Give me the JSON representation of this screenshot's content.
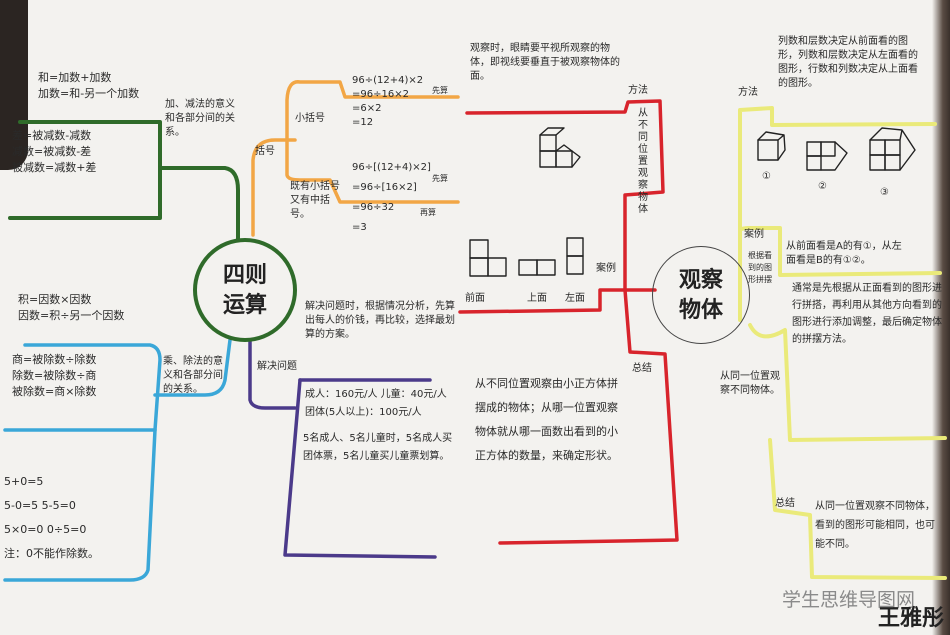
{
  "left_map": {
    "center": "四则\n运算",
    "add_sub": {
      "label": "加、减法的意义和各部分间的关系。",
      "formulas_top": "和=加数+加数\n加数=和-另一个加数",
      "formulas_box": "差=被减数-减数\n减数=被减数-差\n被减数=减数+差"
    },
    "mul_div": {
      "label": "乘、除法的意义和各部分间的关系。",
      "formulas_top": "积=因数×因数\n因数=积÷另一个因数",
      "formulas_box": "商=被除数÷除数\n除数=被除数÷商\n被除数=商×除数",
      "zero_rules": "5+0=5\n5-0=5  5-5=0\n5×0=0  0÷5=0\n注：0不能作除数。"
    },
    "brackets": {
      "label": "括号",
      "small_label": "小括号",
      "small_calc": "96÷(12+4)×2\n=96÷16×2\n=6×2\n=12",
      "small_note": "先算",
      "mixed_label": "既有小括号又有中括号。",
      "mixed_calc": "96÷[(12+4)×2]\n=96÷[16×2]\n=96÷32\n=3",
      "mixed_note1": "先算",
      "mixed_note2": "再算"
    },
    "problems": {
      "label": "解决问题",
      "intro": "解决问题时，根据情况分析，先算出每人的价钱，再比较，选择最划算的方案。",
      "prices": "成人：160元/人  儿童：40元/人\n团体(5人以上)：100元/人",
      "answer": "5名成人、5名儿童时，5名成人买团体票，5名儿童买儿童票划算。"
    }
  },
  "right_map": {
    "center": "观察\n物体",
    "method_red": {
      "label": "方法",
      "sub": "从不同位置观察物体",
      "note": "观察时，眼睛要平视所观察的物体，即视线要垂直于被观察物体的面。"
    },
    "case_red": {
      "label": "案例",
      "views": [
        "前面",
        "上面",
        "左面"
      ]
    },
    "summary_red": {
      "label": "总结",
      "text": "从不同位置观察由小正方体拼摆成的物体；从哪一位置观察物体就从哪一面数出看到的小正方体的数量，来确定形状。"
    },
    "method_yellow": {
      "label": "方法",
      "text": "列数和层数决定从前面看的图形，列数和层数决定从左面看的图形，行数和列数决定从上面看的图形。",
      "markers": [
        "①",
        "②",
        "③"
      ]
    },
    "case_yellow": {
      "label": "案例",
      "sub": "根据看到的图形拼摆",
      "text1": "从前面看是A的有①，从左面看是B的有①②。",
      "text2": "通常是先根据从正面看到的图形进行拼搭，再利用从其他方向看到的图形进行添加调整，最后确定物体的拼摆方法。"
    },
    "same_position": "从同一位置观察不同物体。",
    "summary_yellow": {
      "label": "总结",
      "text": "从同一位置观察不同物体，看到的图形可能相同，也可能不同。"
    }
  },
  "watermark": "学生思维导图网",
  "signature": "王雅彤",
  "colors": {
    "green": "#2f6b2a",
    "orange": "#f2a645",
    "blue": "#3aa7d8",
    "purple": "#4b3a8a",
    "red": "#d8242c",
    "yellow": "#eaea7a",
    "paper": "#f3f2ef"
  }
}
